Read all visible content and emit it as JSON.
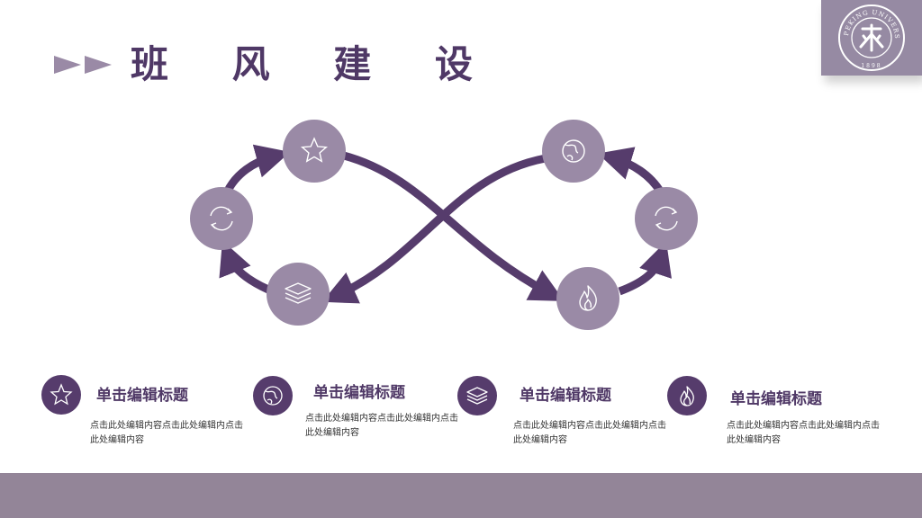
{
  "header": {
    "title": "班 风 建 设",
    "arrow_icon": "double-triangle-arrow-icon",
    "logo_icon": "peking-university-seal-icon",
    "logo_text": "PEKING UNIVERSITY",
    "logo_year": "1898"
  },
  "diagram": {
    "nodes": [
      {
        "icon": "star-icon"
      },
      {
        "icon": "refresh-icon"
      },
      {
        "icon": "layers-icon"
      },
      {
        "icon": "globe-icon"
      },
      {
        "icon": "refresh-icon"
      },
      {
        "icon": "fire-icon"
      }
    ]
  },
  "items": [
    {
      "icon": "star-icon",
      "title": "单击编辑标题",
      "text": "点击此处编辑内容点击此处编辑内点击此处编辑内容"
    },
    {
      "icon": "globe-icon",
      "title": "单击编辑标题",
      "text": "点击此处编辑内容点击此处编辑内点击此处编辑内容"
    },
    {
      "icon": "layers-icon",
      "title": "单击编辑标题",
      "text": "点击此处编辑内容点击此处编辑内点击此处编辑内容"
    },
    {
      "icon": "fire-icon",
      "title": "单击编辑标题",
      "text": "点击此处编辑内容点击此处编辑内点击此处编辑内容"
    }
  ],
  "colors": {
    "accent_dark": "#563c6c",
    "node_fill": "#9a8aa6",
    "bar": "#938598",
    "title_arrow": "#9a8aa6"
  }
}
